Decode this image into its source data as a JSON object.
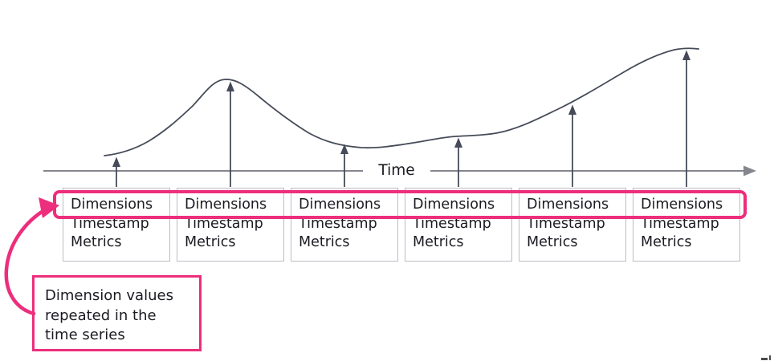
{
  "diagram": {
    "title_semantic": "Time series with repeated dimension values",
    "axis": {
      "label": "Time"
    },
    "records": {
      "count": 6,
      "fields": [
        "Dimensions",
        "Timestamp",
        "Metrics"
      ]
    },
    "annotation": {
      "text": "Dimension values repeated in the time series",
      "lines": [
        "Dimension values",
        "repeated in the",
        "time series"
      ]
    },
    "colors": {
      "highlight_pink": "#ED2E7C",
      "curve": "#454B58",
      "axis_gray": "#85868E",
      "box_border": "#B9BDC4",
      "text": "#1B1B22"
    }
  }
}
